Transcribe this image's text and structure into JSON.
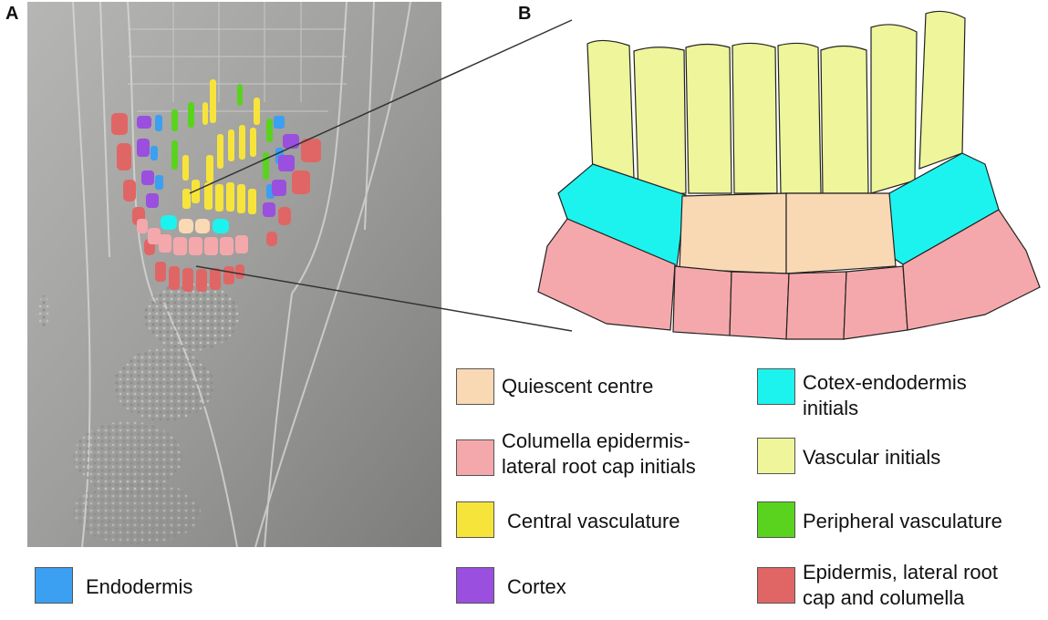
{
  "panels": {
    "a": "A",
    "b": "B"
  },
  "colors": {
    "quiescent": "#f9d9b4",
    "columella_initials": "#f5a8ab",
    "central_vasculature": "#f7e43a",
    "endodermis": "#3b9ff2",
    "cortex_endodermis_initials": "#1df3ee",
    "vascular_initials": "#eef59a",
    "peripheral_vasculature": "#5ad31e",
    "cortex": "#9a4fde",
    "epidermis": "#e06666"
  },
  "legend": {
    "quiescent": "Quiescent centre",
    "columella": "Columella epidermis-\nlateral root cap initials",
    "central_vasculature": "Central vasculature",
    "endodermis": "Endodermis",
    "cortex_endodermis": "Cotex-endodermis\ninitials",
    "vascular_initials": "Vascular initials",
    "peripheral_vasculature": "Peripheral vasculature",
    "cortex": "Cortex",
    "epidermis": "Epidermis, lateral root\ncap and columella"
  }
}
